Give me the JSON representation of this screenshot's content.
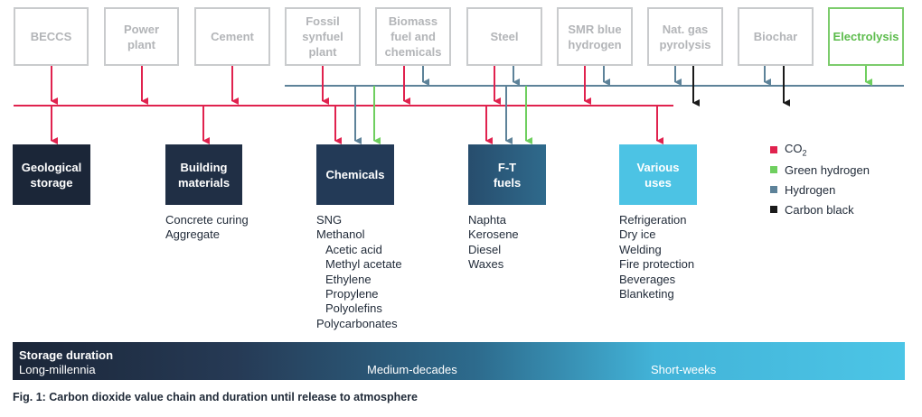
{
  "sources": [
    {
      "label": "BECCS",
      "type": "co2"
    },
    {
      "label": "Power\nplant",
      "type": "co2"
    },
    {
      "label": "Cement",
      "type": "co2"
    },
    {
      "label": "Fossil\nsynfuel\nplant",
      "type": "co2"
    },
    {
      "label": "Biomass\nfuel and\nchemicals",
      "type": "co2+hydrogen"
    },
    {
      "label": "Steel",
      "type": "co2+hydrogen"
    },
    {
      "label": "SMR blue\nhydrogen",
      "type": "co2+hydrogen"
    },
    {
      "label": "Nat. gas\npyrolysis",
      "type": "hydrogen+carbon-black"
    },
    {
      "label": "Biochar",
      "type": "hydrogen+carbon-black"
    },
    {
      "label": "Electrolysis",
      "type": "green-hydrogen"
    }
  ],
  "destinations": [
    {
      "label": "Geological\nstorage",
      "color": "#1b2638",
      "products": []
    },
    {
      "label": "Building\nmaterials",
      "color": "#202f45",
      "products": [
        {
          "text": "Concrete curing",
          "indent": false
        },
        {
          "text": "Aggregate",
          "indent": false
        }
      ]
    },
    {
      "label": "Chemicals",
      "color": "#233a57",
      "products": [
        {
          "text": "SNG",
          "indent": false
        },
        {
          "text": "Methanol",
          "indent": false
        },
        {
          "text": "Acetic acid",
          "indent": true
        },
        {
          "text": "Methyl acetate",
          "indent": true
        },
        {
          "text": "Ethylene",
          "indent": true
        },
        {
          "text": "Propylene",
          "indent": true
        },
        {
          "text": "Polyolefins",
          "indent": true
        },
        {
          "text": "Polycarbonates",
          "indent": false
        }
      ]
    },
    {
      "label": "F-T\nfuels",
      "color": "#2b5f82",
      "products": [
        {
          "text": "Naphta",
          "indent": false
        },
        {
          "text": "Kerosene",
          "indent": false
        },
        {
          "text": "Diesel",
          "indent": false
        },
        {
          "text": "Waxes",
          "indent": false
        }
      ]
    },
    {
      "label": "Various\nuses",
      "color": "#4cc3e4",
      "products": [
        {
          "text": "Refrigeration",
          "indent": false
        },
        {
          "text": "Dry ice",
          "indent": false
        },
        {
          "text": "Welding",
          "indent": false
        },
        {
          "text": "Fire protection",
          "indent": false
        },
        {
          "text": "Beverages",
          "indent": false
        },
        {
          "text": "Blanketing",
          "indent": false
        }
      ]
    }
  ],
  "legend": [
    {
      "label": "CO",
      "sub": "2",
      "color": "#e0224e"
    },
    {
      "label": "Green hydrogen",
      "sub": "",
      "color": "#6fcf5f"
    },
    {
      "label": "Hydrogen",
      "sub": "",
      "color": "#5d8299"
    },
    {
      "label": "Carbon black",
      "sub": "",
      "color": "#1a1a1a"
    }
  ],
  "storage_bar": {
    "title": "Storage duration",
    "long": "Long-millennia",
    "medium": "Medium-decades",
    "short": "Short-weeks"
  },
  "caption": "Fig. 1: Carbon dioxide value chain and duration until release to atmosphere"
}
